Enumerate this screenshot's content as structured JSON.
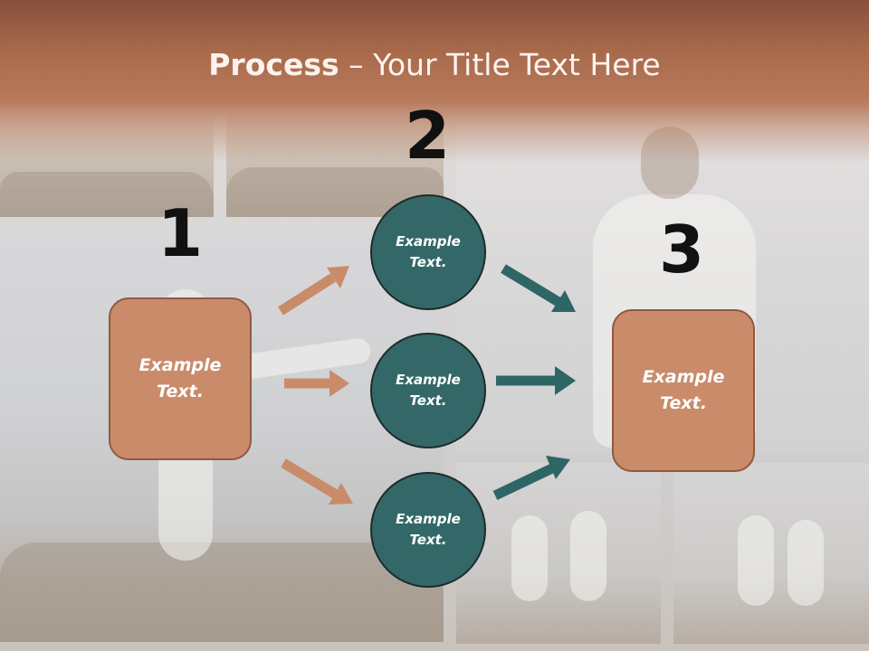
{
  "title": {
    "strong": "Process",
    "rest": " – Your Title Text Here"
  },
  "steps": [
    {
      "number": "1",
      "label": "Example Text."
    },
    {
      "number": "2"
    },
    {
      "number": "3",
      "label": "Example Text."
    }
  ],
  "circles": [
    {
      "label": "Example Text."
    },
    {
      "label": "Example Text."
    },
    {
      "label": "Example Text."
    }
  ],
  "colors": {
    "title_band": "#b87a5c",
    "box_fill": "#c98b6a",
    "box_border": "#8f5a42",
    "circle_fill": "#346868",
    "arrow_left": "#c98b6a",
    "arrow_right": "#2e6565",
    "number_text": "#111111"
  }
}
